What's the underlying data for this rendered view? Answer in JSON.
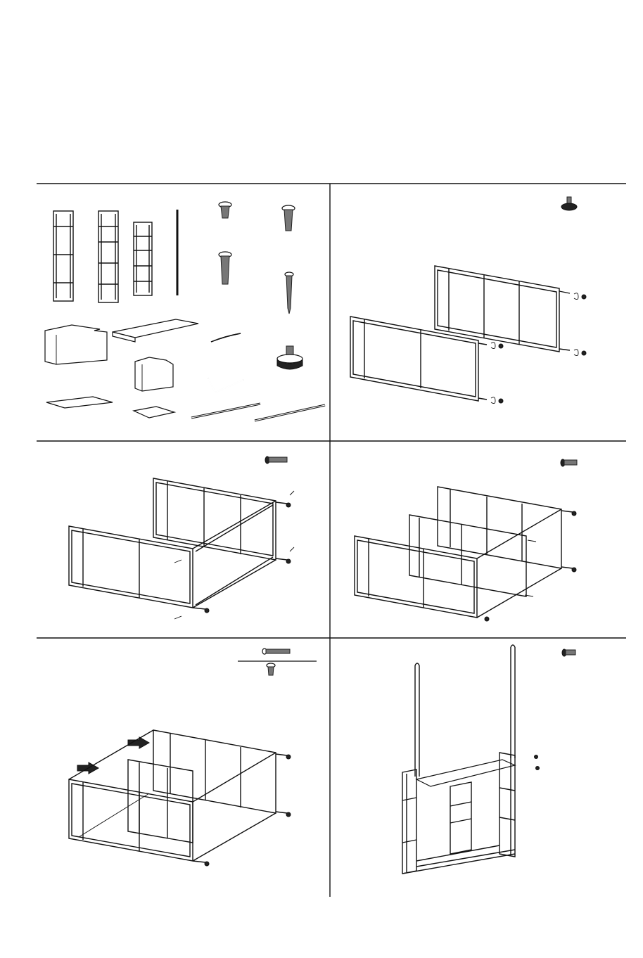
{
  "document": {
    "panels": [
      {
        "id": "parts-list"
      },
      {
        "id": "step-feet"
      },
      {
        "id": "step-side-frame"
      },
      {
        "id": "step-middle-frame"
      },
      {
        "id": "step-bottom-panel"
      },
      {
        "id": "step-uprights"
      }
    ],
    "icons": {
      "foot": "adjustable-foot-icon",
      "bolt_short": "short-bolt-icon",
      "bolt_long": "long-bolt-icon",
      "screw": "wood-screw-icon",
      "wrench": "allen-key-icon"
    },
    "colors": {
      "line": "#111111",
      "fill": "#ffffff",
      "hardware": "#777777"
    }
  }
}
